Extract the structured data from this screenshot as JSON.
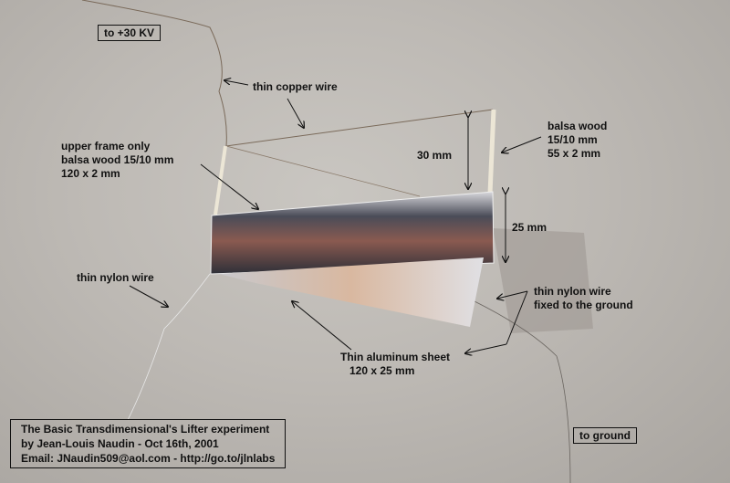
{
  "labels": {
    "voltage": "to +30 KV",
    "copper_wire": "thin copper wire",
    "upper_frame": [
      "upper frame only",
      "balsa wood 15/10 mm",
      "120 x 2 mm"
    ],
    "balsa_post": [
      "balsa wood",
      "15/10 mm",
      "55 x 2 mm"
    ],
    "gap": "30 mm",
    "sheet_height": "25 mm",
    "nylon_left": "thin nylon wire",
    "nylon_right": [
      "thin nylon wire",
      "fixed to the ground"
    ],
    "aluminum": [
      "Thin aluminum sheet",
      "120 x 25 mm"
    ],
    "ground": "to ground"
  },
  "credit": [
    "The Basic Transdimensional's Lifter experiment",
    "by Jean-Louis Naudin - Oct 16th, 2001",
    "Email: JNaudin509@aol.com - http://go.to/jlnlabs"
  ]
}
